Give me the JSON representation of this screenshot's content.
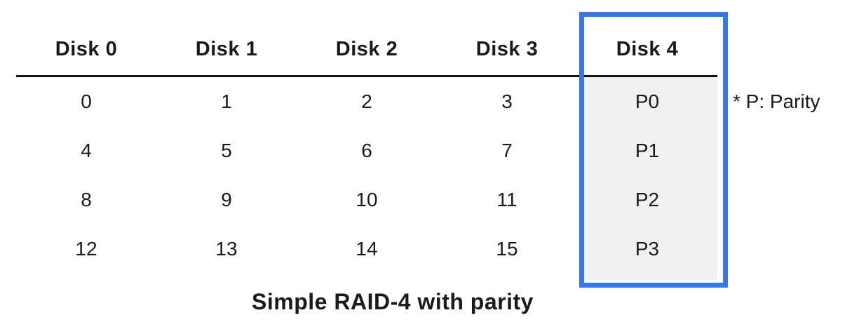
{
  "colors": {
    "accent_blue": "#3b76e8",
    "parity_fill": "#f1f1f2",
    "text": "#1a1a1a",
    "rule": "#111111"
  },
  "table": {
    "headers": [
      "Disk 0",
      "Disk 1",
      "Disk 2",
      "Disk 3",
      "Disk 4"
    ],
    "rows": [
      {
        "cells": [
          "0",
          "1",
          "2",
          "3",
          "P0"
        ]
      },
      {
        "cells": [
          "4",
          "5",
          "6",
          "7",
          "P1"
        ]
      },
      {
        "cells": [
          "8",
          "9",
          "10",
          "11",
          "P2"
        ]
      },
      {
        "cells": [
          "12",
          "13",
          "14",
          "15",
          "P3"
        ]
      }
    ]
  },
  "annotation": "* P: Parity",
  "caption": "Simple RAID-4 with parity"
}
